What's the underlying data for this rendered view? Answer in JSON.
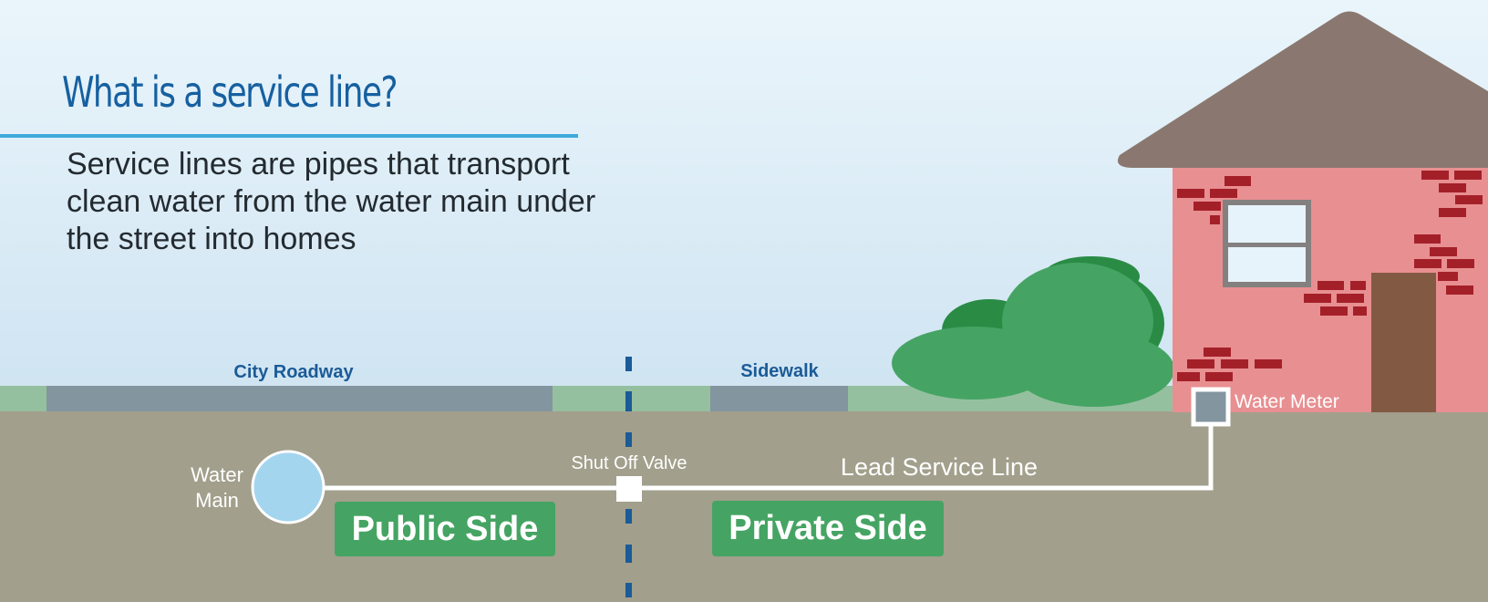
{
  "title": "What is a service line?",
  "description": "Service lines are pipes that transport clean water from the water main under the street into homes",
  "labels": {
    "city_roadway": "City Roadway",
    "sidewalk": "Sidewalk",
    "water_main": "Water Main",
    "shut_off_valve": "Shut Off Valve",
    "lead_service_line": "Lead Service Line",
    "water_meter": "Water Meter",
    "public_side": "Public Side",
    "private_side": "Private Side"
  },
  "colors": {
    "title": "#1660a0",
    "title_rule": "#3da9dd",
    "label_blue": "#1b5b97",
    "sky_top": "#eaf5fb",
    "sky_bottom": "#cfe4f2",
    "grass": "#95c09f",
    "pavement": "#83959f",
    "soil": "#a29f8c",
    "pipe": "#ffffff",
    "water_main_fill": "#a4d5ef",
    "tag_green": "#45a463",
    "bush_dark": "#2a8b45",
    "bush_light": "#45a463",
    "roof": "#8a7870",
    "house_wall": "#e88f91",
    "brick": "#a42029",
    "door": "#825a44",
    "meter_box": "#83959f"
  }
}
